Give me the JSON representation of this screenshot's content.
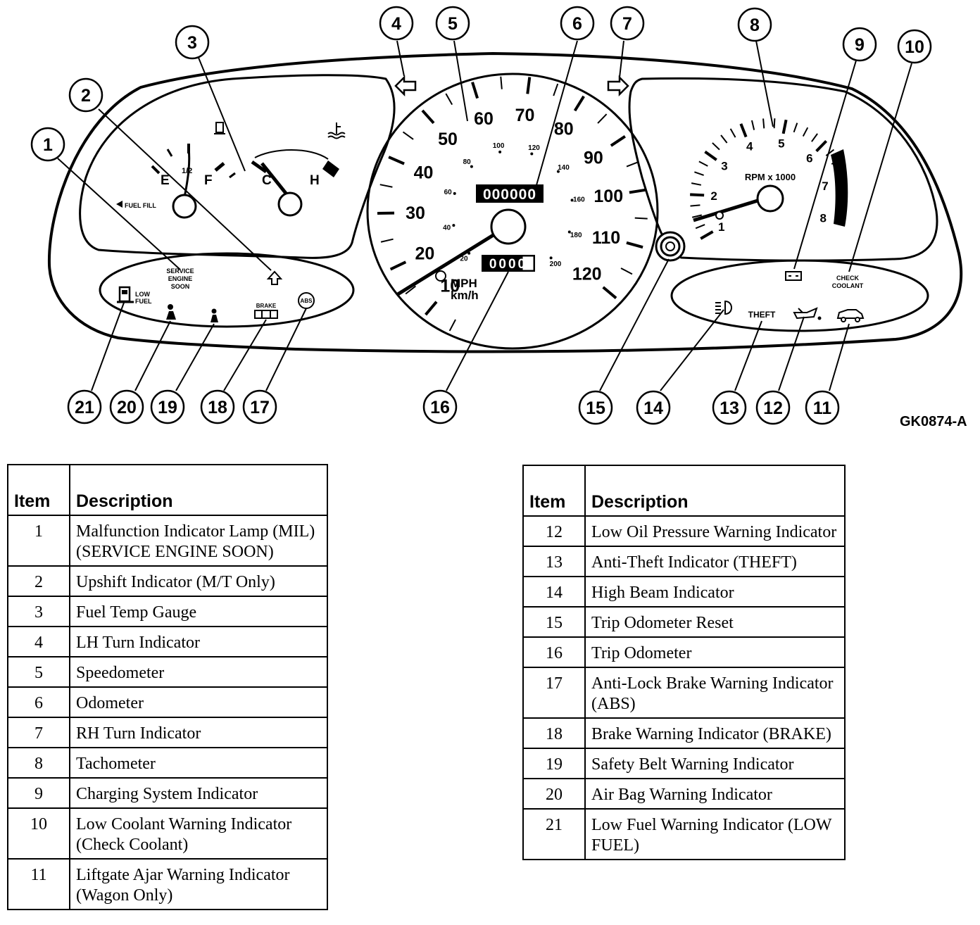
{
  "figure": {
    "code": "GK0874-A",
    "callouts": [
      "1",
      "2",
      "3",
      "4",
      "5",
      "6",
      "7",
      "8",
      "9",
      "10",
      "11",
      "12",
      "13",
      "14",
      "15",
      "16",
      "17",
      "18",
      "19",
      "20",
      "21"
    ]
  },
  "speedometer": {
    "mph_ticks": [
      "10",
      "20",
      "30",
      "40",
      "50",
      "60",
      "70",
      "80",
      "90",
      "100",
      "110",
      "120"
    ],
    "kmh_ticks": [
      "20",
      "40",
      "60",
      "80",
      "100",
      "120",
      "140",
      "160",
      "180",
      "200"
    ],
    "unit_mph": "MPH",
    "unit_kmh": "km/h",
    "odometer_value": "000000",
    "trip_value": "0000"
  },
  "tachometer": {
    "ticks": [
      "1",
      "2",
      "3",
      "4",
      "5",
      "6",
      "7",
      "8"
    ],
    "label": "RPM x 1000"
  },
  "fuel_gauge": {
    "empty": "E",
    "half": "1/2",
    "full": "F",
    "fill_label": "FUEL FILL"
  },
  "temp_gauge": {
    "cold": "C",
    "hot": "H"
  },
  "warning_labels": {
    "service": [
      "SERVICE",
      "ENGINE",
      "SOON"
    ],
    "low_fuel": [
      "LOW",
      "FUEL"
    ],
    "brake": "BRAKE",
    "abs": "ABS",
    "theft": "THEFT",
    "check_coolant": [
      "CHECK",
      "COOLANT"
    ]
  },
  "table_headers": {
    "item": "Item",
    "description": "Description"
  },
  "legend_left": [
    {
      "item": "1",
      "description": "Malfunction Indicator Lamp (MIL) (SERVICE ENGINE SOON)"
    },
    {
      "item": "2",
      "description": "Upshift Indicator (M/T Only)"
    },
    {
      "item": "3",
      "description": "Fuel Temp Gauge"
    },
    {
      "item": "4",
      "description": "LH Turn Indicator"
    },
    {
      "item": "5",
      "description": "Speedometer"
    },
    {
      "item": "6",
      "description": "Odometer"
    },
    {
      "item": "7",
      "description": "RH Turn Indicator"
    },
    {
      "item": "8",
      "description": "Tachometer"
    },
    {
      "item": "9",
      "description": "Charging System Indicator"
    },
    {
      "item": "10",
      "description": "Low Coolant Warning Indicator (Check Coolant)"
    },
    {
      "item": "11",
      "description": "Liftgate Ajar Warning Indicator (Wagon Only)"
    }
  ],
  "legend_right": [
    {
      "item": "12",
      "description": "Low Oil Pressure Warning Indicator"
    },
    {
      "item": "13",
      "description": "Anti-Theft Indicator (THEFT)"
    },
    {
      "item": "14",
      "description": "High Beam Indicator"
    },
    {
      "item": "15",
      "description": "Trip Odometer Reset"
    },
    {
      "item": "16",
      "description": "Trip Odometer"
    },
    {
      "item": "17",
      "description": "Anti-Lock Brake Warning Indicator (ABS)"
    },
    {
      "item": "18",
      "description": "Brake Warning Indicator (BRAKE)"
    },
    {
      "item": "19",
      "description": "Safety Belt Warning Indicator"
    },
    {
      "item": "20",
      "description": "Air Bag Warning Indicator"
    },
    {
      "item": "21",
      "description": "Low Fuel Warning Indicator (LOW FUEL)"
    }
  ]
}
